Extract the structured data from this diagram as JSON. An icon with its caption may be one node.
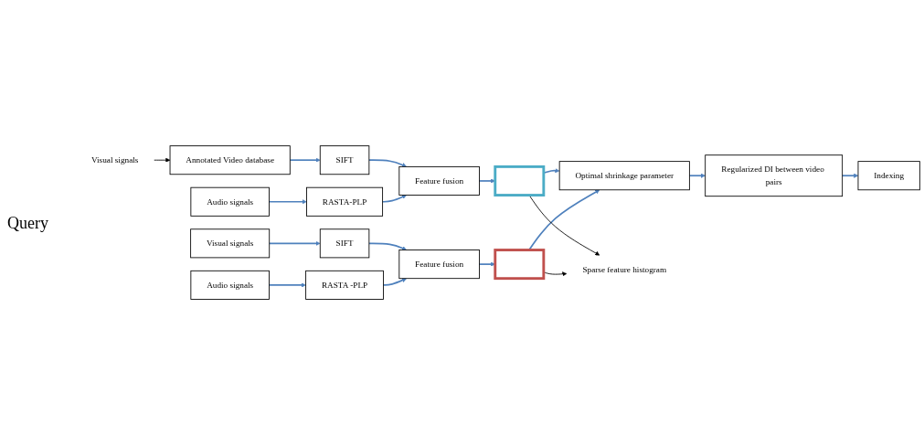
{
  "diagram": {
    "nodes": [
      {
        "text": [
          "Visual signals"
        ]
      },
      {
        "text": [
          "Annotated Video database"
        ]
      },
      {
        "text": [
          "SIFT"
        ]
      },
      {
        "text": [
          "Audio signals"
        ]
      },
      {
        "text": [
          "RASTA-PLP"
        ]
      },
      {
        "text": [
          "Feature fusion"
        ]
      },
      {
        "text": [],
        "shape": "box"
      },
      {
        "text": [
          "Visual signals"
        ]
      },
      {
        "text": [
          "SIFT"
        ]
      },
      {
        "text": [
          "Audio signals"
        ]
      },
      {
        "text": [
          "RASTA -PLP"
        ]
      },
      {
        "text": [
          "Feature fusion"
        ]
      },
      {
        "text": [],
        "shape": "box"
      },
      {
        "text": [
          "Optimal shrinkage parameter"
        ]
      },
      {
        "text": [
          "Regularized DI between video pairs"
        ]
      },
      {
        "text": [
          "Indexing"
        ]
      },
      {
        "text": [
          "Sparse feature histogram"
        ]
      }
    ],
    "edges": [
      {
        "from": 0,
        "to": 1,
        "arrow": "to",
        "color": "#000000"
      },
      {
        "from": 1,
        "to": 2,
        "arrow": "to"
      },
      {
        "from": 3,
        "to": 4,
        "arrow": "to"
      },
      {
        "from": 2,
        "to": 5,
        "arrow": "to"
      },
      {
        "from": 4,
        "to": 5,
        "arrow": "to"
      },
      {
        "from": 5,
        "to": 6,
        "arrow": "to"
      },
      {
        "from": 7,
        "to": 8,
        "arrow": "to"
      },
      {
        "from": 9,
        "to": 10,
        "arrow": "to"
      },
      {
        "from": 8,
        "to": 11,
        "arrow": "to"
      },
      {
        "from": 10,
        "to": 11,
        "arrow": "to"
      },
      {
        "from": 11,
        "to": 12,
        "arrow": "to"
      },
      {
        "from": 6,
        "to": 13,
        "arrow": "to"
      },
      {
        "from": 12,
        "to": 13,
        "arrow": "to"
      },
      {
        "from": 13,
        "to": 14,
        "arrow": "to"
      },
      {
        "from": 14,
        "to": 15,
        "arrow": "to"
      },
      {
        "from": 6,
        "to": 16,
        "arrow": "to",
        "color": "#000000"
      },
      {
        "from": 12,
        "to": 16,
        "arrow": "to",
        "color": "#000000"
      }
    ],
    "labels": [
      "Query"
    ]
  }
}
